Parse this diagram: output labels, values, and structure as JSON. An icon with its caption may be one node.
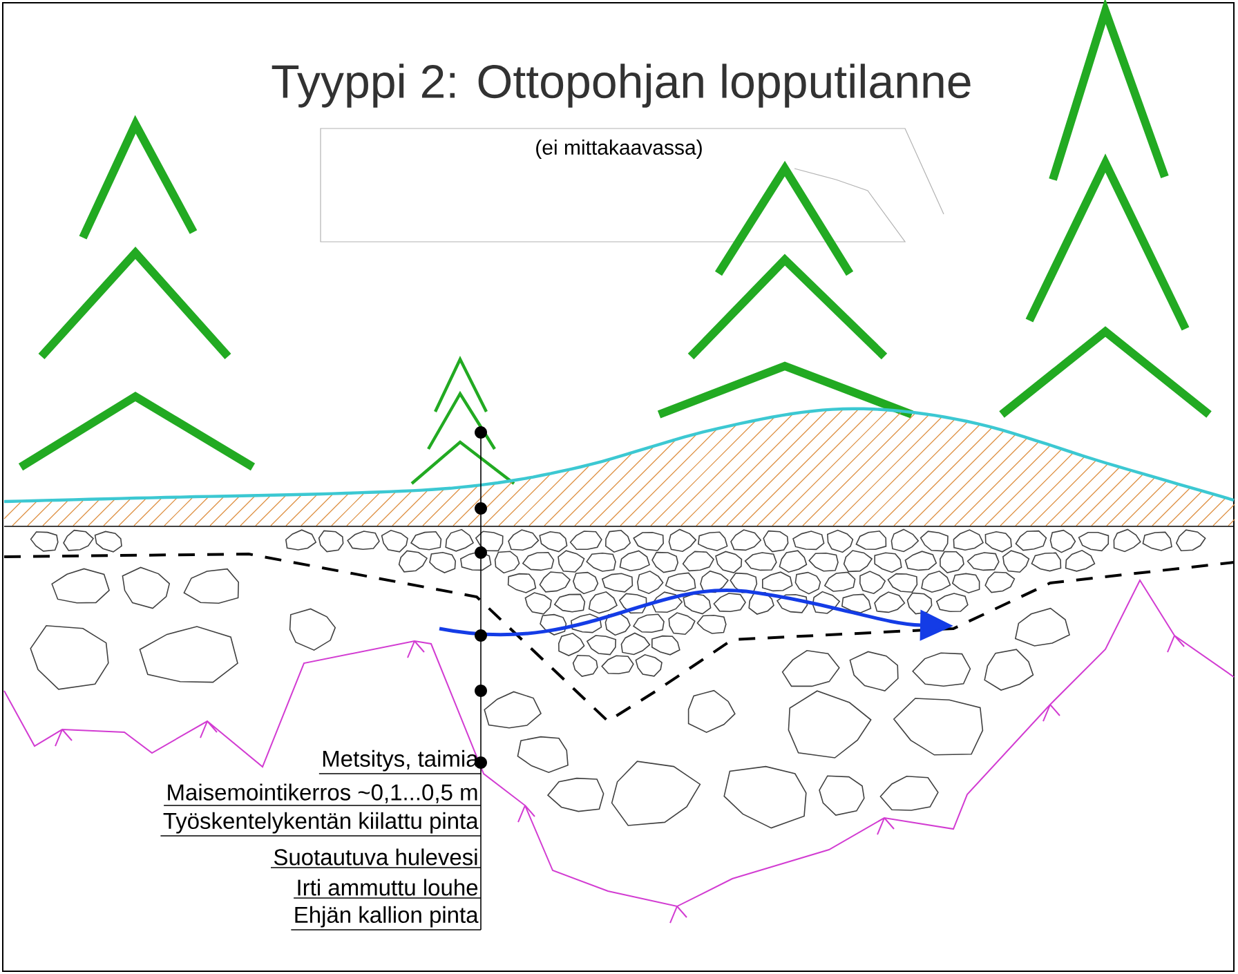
{
  "diagram": {
    "title": "Tyyppi 2: Ottopohjan lopputilanne",
    "nodes": [
      {
        "text": [
          "Metsitys, taimia"
        ]
      },
      {
        "text": [
          "Maisemointikerros ~0,1...0,5 m"
        ]
      },
      {
        "text": [
          "Työskentelykentän kiilattu pinta"
        ]
      },
      {
        "text": [
          "Suotautuva hulevesi"
        ]
      },
      {
        "text": [
          "Irti ammuttu louhe"
        ]
      },
      {
        "text": [
          "Ehjän kallion pinta"
        ]
      },
      {
        "text": [],
        "shape": "circle"
      },
      {
        "text": [],
        "shape": "circle"
      },
      {
        "text": [],
        "shape": "circle"
      },
      {
        "text": [],
        "shape": "circle"
      },
      {
        "text": [],
        "shape": "circle"
      },
      {
        "text": [],
        "shape": "circle"
      }
    ],
    "edges": [
      {
        "from": 0,
        "to": 6,
        "arrow": "none"
      },
      {
        "from": 1,
        "to": 7,
        "arrow": "none"
      },
      {
        "from": 2,
        "to": 8,
        "arrow": "none"
      },
      {
        "from": 3,
        "to": 9,
        "arrow": "none"
      },
      {
        "from": 4,
        "to": 10,
        "arrow": "none"
      },
      {
        "from": 5,
        "to": 11,
        "arrow": "none"
      }
    ],
    "labels": [
      "(ei mittakaavassa)"
    ]
  }
}
